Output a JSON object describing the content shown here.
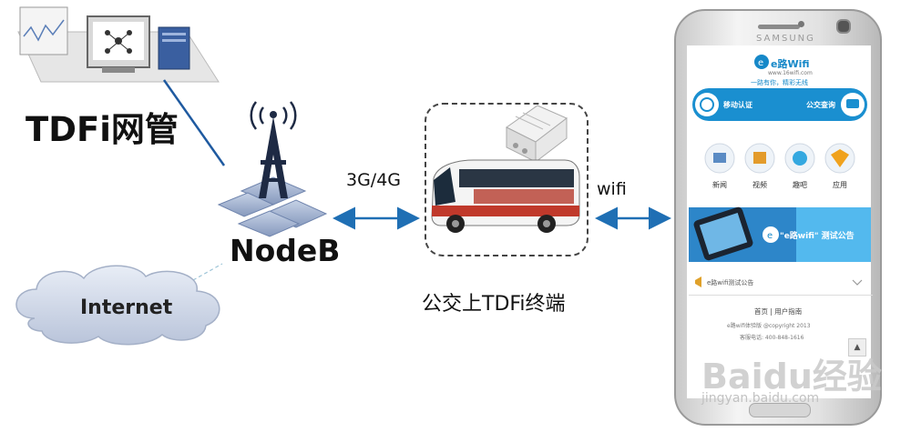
{
  "labels": {
    "mgmt": "TDFi网管",
    "nodeb": "NodeB",
    "internet": "Internet",
    "link_3g4g": "3G/4G",
    "link_wifi": "wifi",
    "terminal": "公交上TDFi终端"
  },
  "phone": {
    "brand": "SAMSUNG",
    "app_name": "e路Wifi",
    "app_site": "www.16wifi.com",
    "slogan": "一路有你，精彩无线",
    "nav_left": "移动认证",
    "nav_right": "公交查询",
    "icons": [
      "新闻",
      "视频",
      "趣吧",
      "应用"
    ],
    "banner_text": "\"e路wifi\" 测试公告",
    "notice": "e路wifi测试公告",
    "footer_links": "首页 | 用户指南",
    "footer_copy": "e路wifi体验版 @copyright 2013",
    "footer_tel": "客服电话: 400-848-1616"
  },
  "watermark": {
    "text": "Baidu经验",
    "url": "jingyan.baidu.com"
  },
  "colors": {
    "arrow": "#1f6fb4",
    "cloud": "#d4dbe9",
    "tower": "#1e2a44",
    "hex": "#a6b6d2",
    "accent": "#1a8fd0"
  }
}
